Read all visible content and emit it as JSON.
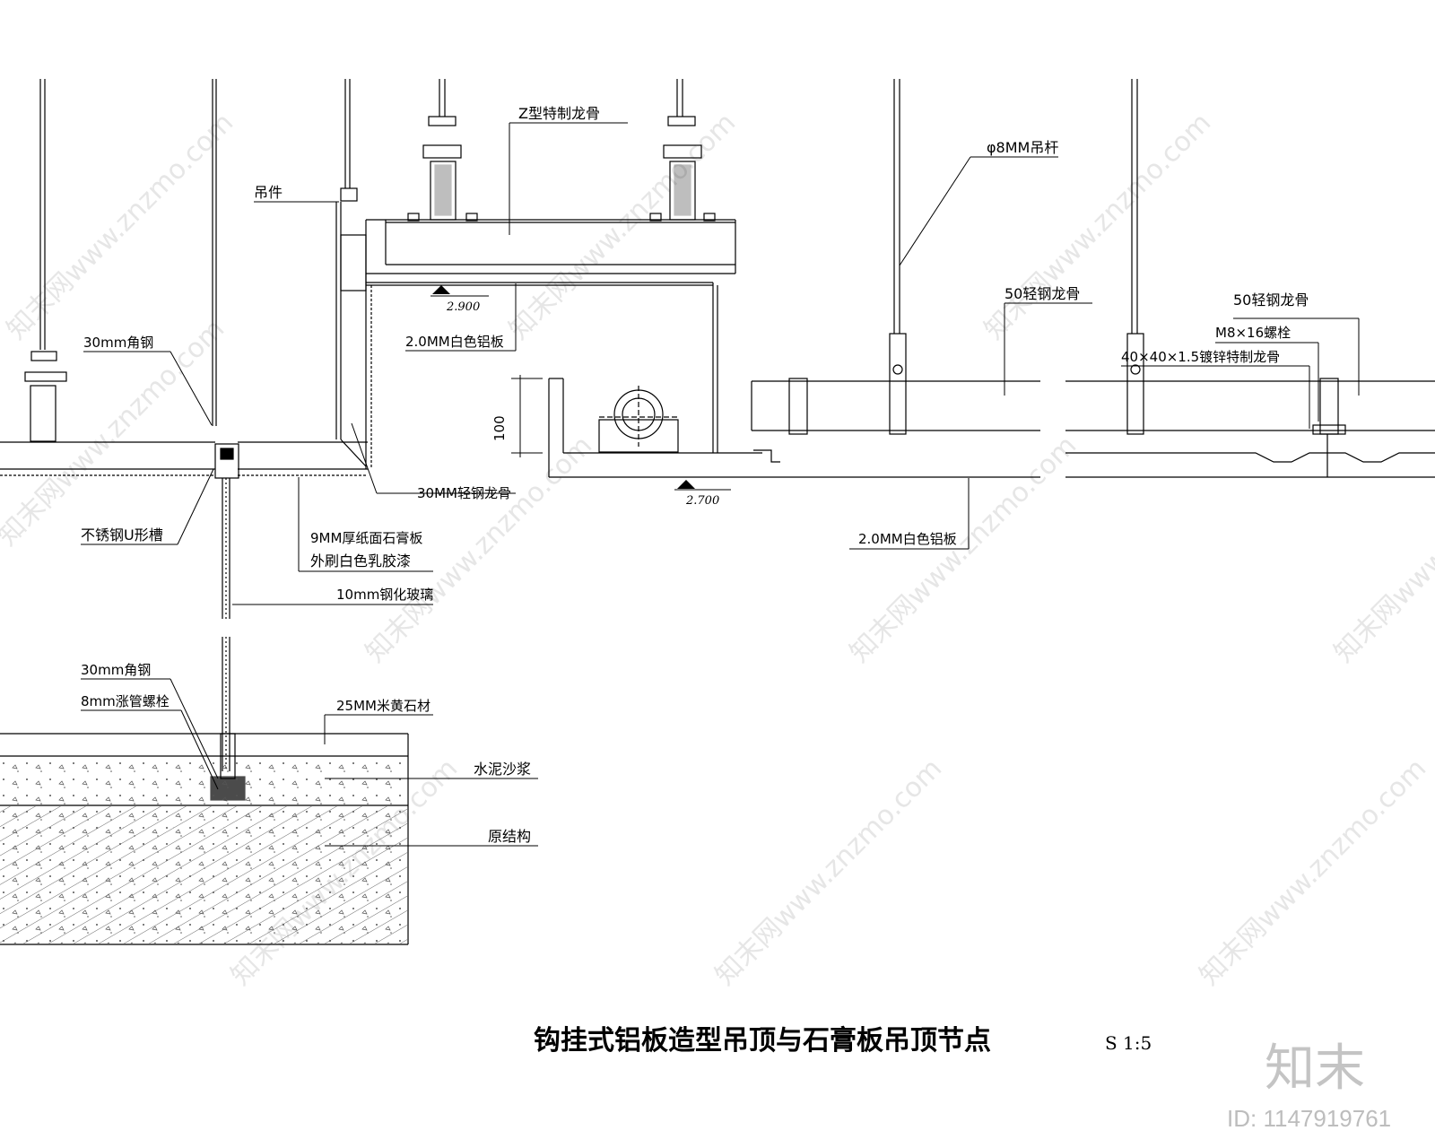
{
  "labels": {
    "z_keel": "Z型特制龙骨",
    "hanger_rod": "φ8MM吊杆",
    "hanger_part": "吊件",
    "angle_steel_top": "30mm角钢",
    "alu_panel_top": "2.0MM白色铝板",
    "keel_50_a": "50轻钢龙骨",
    "keel_50_b": "50轻钢龙骨",
    "bolt_m8": "M8×16螺栓",
    "galv_keel": "40×40×1.5镀锌特制龙骨",
    "keel_30": "30MM轻钢龙骨",
    "u_channel": "不锈钢U形槽",
    "gypsum_1": "9MM厚纸面石膏板",
    "gypsum_2": "外刷白色乳胶漆",
    "glass": "10mm钢化玻璃",
    "alu_panel_bottom": "2.0MM白色铝板",
    "angle_steel_bottom": "30mm角钢",
    "expansion_bolt": "8mm涨管螺栓",
    "stone": "25MM米黄石材",
    "mortar": "水泥沙浆",
    "structure": "原结构",
    "dim_100": "100"
  },
  "levels": {
    "upper": "2.900",
    "lower": "2.700"
  },
  "title": "钩挂式铝板造型吊顶与石膏板吊顶节点",
  "scale": "S 1:5",
  "watermark": "知末网www.znzmo.com",
  "brand": {
    "logo": "知末",
    "id": "ID: 1147919761"
  }
}
